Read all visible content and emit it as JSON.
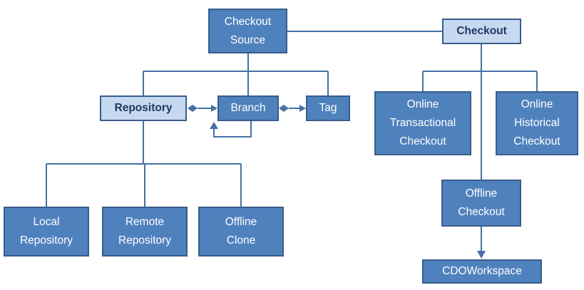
{
  "nodes": {
    "checkout_source": {
      "label": "Checkout\nSource",
      "style": "dark"
    },
    "checkout": {
      "label": "Checkout",
      "style": "light"
    },
    "repository": {
      "label": "Repository",
      "style": "light"
    },
    "branch": {
      "label": "Branch",
      "style": "dark"
    },
    "tag": {
      "label": "Tag",
      "style": "dark"
    },
    "online_transactional_checkout": {
      "label": "Online\nTransactional\nCheckout",
      "style": "dark"
    },
    "online_historical_checkout": {
      "label": "Online\nHistorical\nCheckout",
      "style": "dark"
    },
    "offline_checkout": {
      "label": "Offline\nCheckout",
      "style": "dark"
    },
    "cdo_workspace": {
      "label": "CDOWorkspace",
      "style": "dark"
    },
    "local_repository": {
      "label": "Local\nRepository",
      "style": "dark"
    },
    "remote_repository": {
      "label": "Remote\nRepository",
      "style": "dark"
    },
    "offline_clone": {
      "label": "Offline\nClone",
      "style": "dark"
    }
  },
  "edges": [
    {
      "from": "checkout_source",
      "to": "checkout",
      "type": "line"
    },
    {
      "from": "checkout_source",
      "to": "repository",
      "type": "tree"
    },
    {
      "from": "checkout_source",
      "to": "branch",
      "type": "tree"
    },
    {
      "from": "checkout_source",
      "to": "tag",
      "type": "tree"
    },
    {
      "from": "repository",
      "to": "branch",
      "type": "diamond-arrow"
    },
    {
      "from": "branch",
      "to": "tag",
      "type": "diamond-arrow"
    },
    {
      "from": "branch",
      "to": "branch",
      "type": "self-loop-arrow"
    },
    {
      "from": "repository",
      "to": "local_repository",
      "type": "tree"
    },
    {
      "from": "repository",
      "to": "remote_repository",
      "type": "tree"
    },
    {
      "from": "repository",
      "to": "offline_clone",
      "type": "tree"
    },
    {
      "from": "checkout",
      "to": "online_transactional_checkout",
      "type": "tree"
    },
    {
      "from": "checkout",
      "to": "online_historical_checkout",
      "type": "tree"
    },
    {
      "from": "checkout",
      "to": "offline_checkout",
      "type": "tree"
    },
    {
      "from": "offline_checkout",
      "to": "cdo_workspace",
      "type": "arrow"
    }
  ],
  "colors": {
    "dark_fill": "#4F81BD",
    "light_fill": "#C6D9F1",
    "border": "#385D8A",
    "line": "#4472A4",
    "dark_text": "#FFFFFF",
    "light_text": "#1F3864",
    "background": "#FFFFFF"
  }
}
